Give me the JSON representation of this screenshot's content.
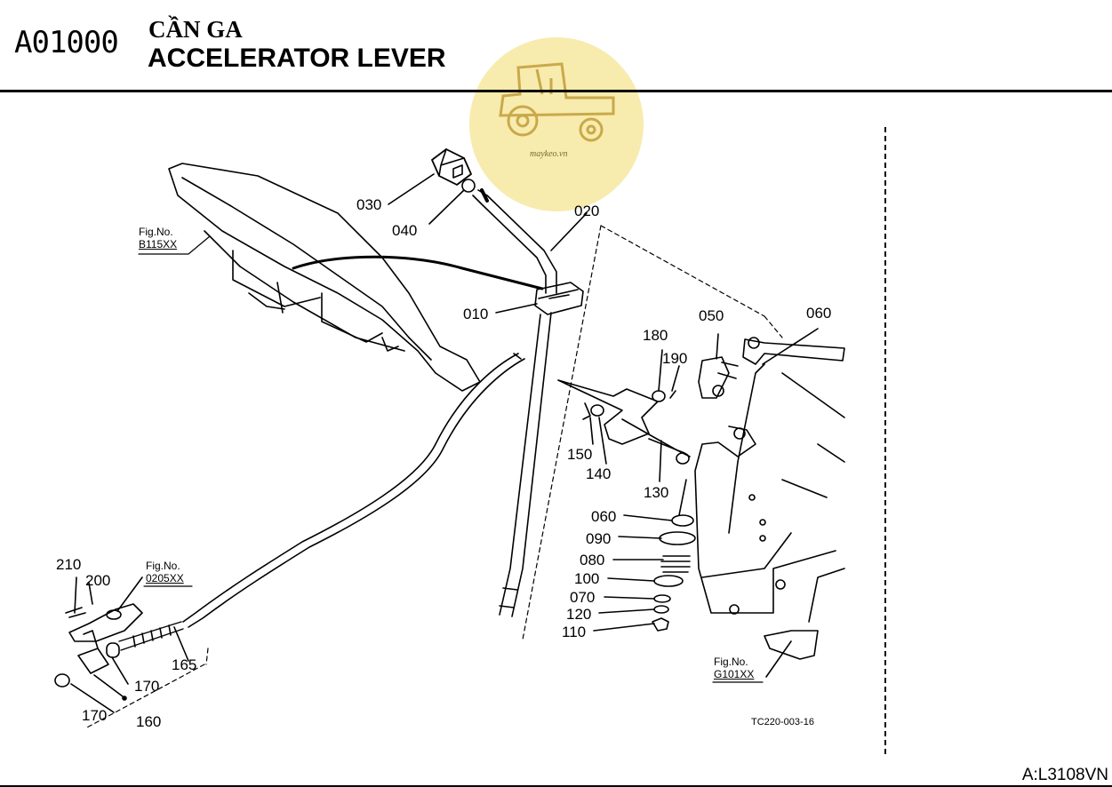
{
  "header": {
    "code": "A01000",
    "title_vn": "CẦN GA",
    "title_en": "ACCELERATOR LEVER"
  },
  "watermark": {
    "text": "maykeo.vn",
    "color": "#f7e7a0"
  },
  "footer": {
    "ref": "A:L3108VN",
    "drawing_no": "TC220-003-16"
  },
  "fig_refs": [
    {
      "label": "Fig.No.",
      "value": "B115XX"
    },
    {
      "label": "Fig.No.",
      "value": "0205XX"
    },
    {
      "label": "Fig.No.",
      "value": "G101XX"
    }
  ],
  "callouts": [
    "030",
    "040",
    "020",
    "010",
    "050",
    "060",
    "180",
    "190",
    "150",
    "140",
    "130",
    "060",
    "090",
    "080",
    "100",
    "070",
    "120",
    "110",
    "210",
    "200",
    "165",
    "170",
    "170",
    "160"
  ]
}
